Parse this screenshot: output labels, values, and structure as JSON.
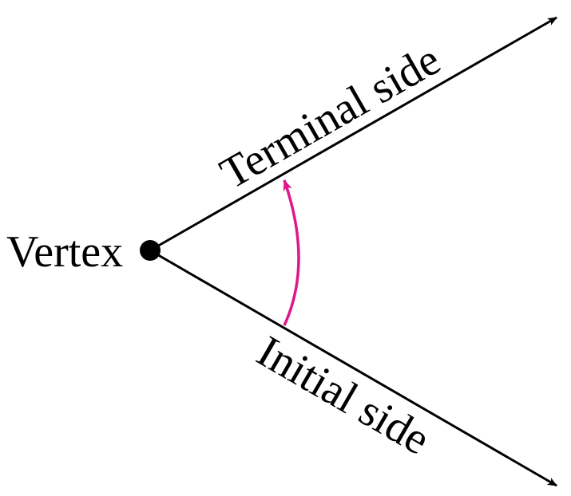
{
  "labels": {
    "vertex": "Vertex",
    "terminal_side": "Terminal side",
    "initial_side": "Initial side"
  },
  "colors": {
    "ray": "#000000",
    "vertex_dot": "#000000",
    "angle_arc": "#e0168a",
    "background": "#ffffff"
  }
}
